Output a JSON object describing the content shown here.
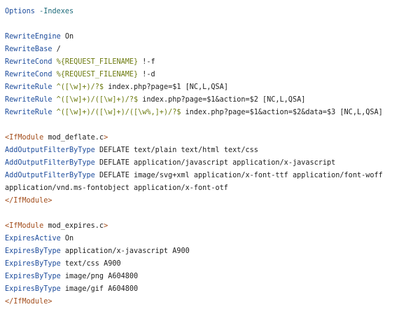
{
  "config": {
    "lines": [
      {
        "type": "text",
        "keyword": "Options",
        "rest": " ",
        "rest2": "-Indexes"
      },
      {
        "type": "blank"
      },
      {
        "type": "text",
        "keyword": "RewriteEngine",
        "rest": " On"
      },
      {
        "type": "text",
        "keyword": "RewriteBase",
        "rest": " /"
      },
      {
        "type": "text",
        "keyword": "RewriteCond",
        "var": " %{REQUEST_FILENAME}",
        "rest": " !-f"
      },
      {
        "type": "text",
        "keyword": "RewriteCond",
        "var": " %{REQUEST_FILENAME}",
        "rest": " !-d"
      },
      {
        "type": "text",
        "keyword": "RewriteRule",
        "var": " ^([\\w]+)/?$",
        "rest": " index.php?page=$1 [NC,L,QSA]"
      },
      {
        "type": "text",
        "keyword": "RewriteRule",
        "var": " ^([\\w]+)/([\\w]+)/?$",
        "rest": " index.php?page=$1&action=$2 [NC,L,QSA]"
      },
      {
        "type": "text",
        "keyword": "RewriteRule",
        "var": " ^([\\w]+)/([\\w]+)/([\\w%,]+)/?$",
        "rest": " index.php?page=$1&action=$2&data=$3 [NC,L,QSA]"
      },
      {
        "type": "blank"
      },
      {
        "type": "tag",
        "text": "<IfModule",
        "rest": " mod_deflate.c",
        "close": ">"
      },
      {
        "type": "text",
        "keyword": "AddOutputFilterByType",
        "rest": " DEFLATE text/plain text/html text/css"
      },
      {
        "type": "text",
        "keyword": "AddOutputFilterByType",
        "rest": " DEFLATE application/javascript application/x-javascript"
      },
      {
        "type": "text",
        "keyword": "AddOutputFilterByType",
        "rest": " DEFLATE image/svg+xml application/x-font-ttf application/font-woff"
      },
      {
        "type": "text",
        "keyword": "",
        "rest": "application/vnd.ms-fontobject application/x-font-otf"
      },
      {
        "type": "tag",
        "text": "</IfModule>",
        "rest": "",
        "close": ""
      },
      {
        "type": "blank"
      },
      {
        "type": "tag",
        "text": "<IfModule",
        "rest": " mod_expires.c",
        "close": ">"
      },
      {
        "type": "text",
        "keyword": "ExpiresActive",
        "rest": " On"
      },
      {
        "type": "text",
        "keyword": "ExpiresByType",
        "rest": " application/x-javascript A900"
      },
      {
        "type": "text",
        "keyword": "ExpiresByType",
        "rest": " text/css A900"
      },
      {
        "type": "text",
        "keyword": "ExpiresByType",
        "rest": " image/png A604800"
      },
      {
        "type": "text",
        "keyword": "ExpiresByType",
        "rest": " image/gif A604800"
      },
      {
        "type": "tag",
        "text": "</IfModule>",
        "rest": "",
        "close": ""
      }
    ]
  },
  "colors": {
    "keyword": "#1d4c9c",
    "tag": "#a24c1a",
    "variable": "#6d7b10",
    "text": "#1e1e1e",
    "background": "#ffffff"
  }
}
